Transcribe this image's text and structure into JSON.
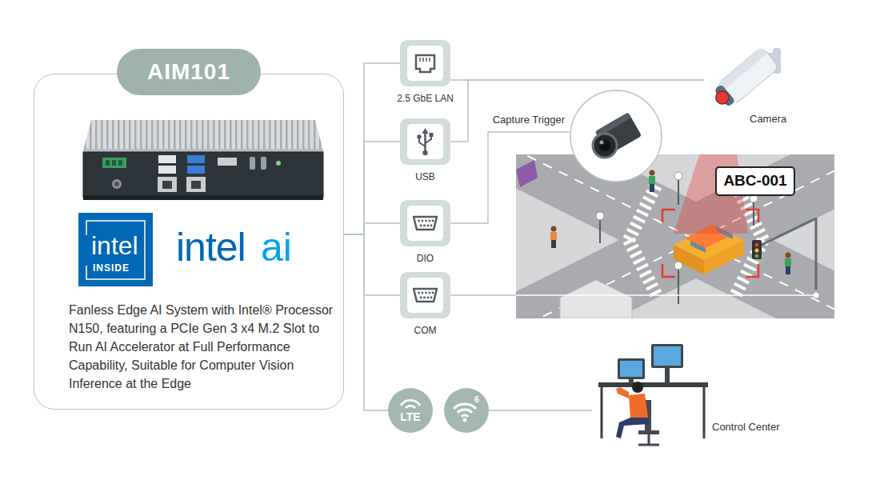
{
  "diagram": {
    "nodes": [
      {
        "text": [
          "Fanless Edge AI System with Intel® Processor N150, featuring a PCIe Gen 3 x4 M.2 Slot to Run AI Accelerator at Full Performance Capability, Suitable for Computer Vision Inference at the Edge"
        ]
      },
      {
        "text": [
          "AIM101"
        ],
        "in": 0
      },
      {
        "text": [
          "intel",
          "INSIDE"
        ],
        "in": 0
      },
      {
        "text": [
          "2.5 GbE LAN"
        ]
      },
      {
        "text": [
          "USB"
        ]
      },
      {
        "text": [
          "DIO"
        ]
      },
      {
        "text": [
          "COM"
        ]
      },
      {
        "text": [
          "LTE"
        ]
      },
      {
        "text": [
          "6"
        ]
      },
      {
        "text": [
          "Capture Trigger"
        ]
      },
      {
        "text": [
          "Camera"
        ]
      },
      {
        "text": [
          "ABC-001"
        ]
      },
      {
        "text": [
          "Control Center"
        ]
      }
    ],
    "edges": [
      {
        "from": 0,
        "to": 3,
        "arrow": "none"
      },
      {
        "from": 0,
        "to": 4,
        "arrow": "none"
      },
      {
        "from": 0,
        "to": 5,
        "arrow": "none"
      },
      {
        "from": 0,
        "to": 6,
        "arrow": "none"
      },
      {
        "from": 0,
        "to": 7,
        "arrow": "none"
      },
      {
        "from": 3,
        "to": 10,
        "arrow": "none"
      },
      {
        "from": 4,
        "to": 10,
        "arrow": "none"
      },
      {
        "from": 5,
        "to": 9,
        "arrow": "none"
      },
      {
        "from": 8,
        "to": 12,
        "arrow": "none"
      }
    ],
    "labels": [
      "intel",
      "ai"
    ]
  }
}
